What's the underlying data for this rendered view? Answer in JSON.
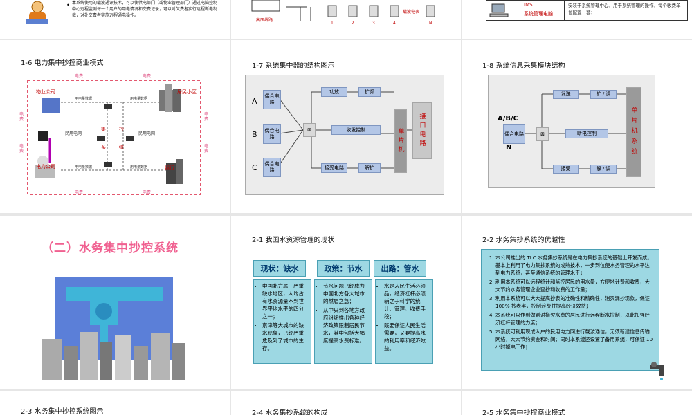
{
  "slide_top_left": {
    "bullet": "本系统使用的载波通讯技术，可以使供电部门（或物业管理部门）通过电脑控制中心远程监测每一个用户的用电情况和交费记录，可以对欠费者实行远程断电制裁，对补交费者实施远程通电操作。"
  },
  "slide_top_mid": {
    "left_label": "高压线路",
    "nums": [
      "1",
      "2",
      "3",
      "4",
      "N"
    ],
    "dots": "............",
    "meter_label": "载波电表"
  },
  "slide_top_right": {
    "ims_line1": "IMS",
    "ims_line2": "系统管理电脑",
    "desc": "安装于系统管理中心，用于系统管理的操作，每个收费单位配置一套；"
  },
  "s16": {
    "title": "1-6  电力集中抄控商业模式",
    "property": "物业公司",
    "residential": "居民小区",
    "power": "电力公司",
    "bank": "银行",
    "grid_left": "民用电网",
    "grid_right": "民用电网",
    "center": [
      "集",
      "抄",
      "系",
      "统"
    ],
    "data1": "用电量数据",
    "data2": "用电量数据",
    "data3": "用电量数据",
    "data4": "用电量数据",
    "fee_top1": "电费",
    "fee_top2": "电费",
    "fee_bottom1": "电费",
    "fee_bottom2": "电费",
    "fee_left1": "电费",
    "fee_left2": "电费",
    "fee_right1": "电费",
    "fee_right2": "电费"
  },
  "s17": {
    "title": "1-7  系统集中器的结构图示",
    "a": "A",
    "b": "B",
    "c": "C",
    "coupler": "偶合电路",
    "power_amp": "功放",
    "expand": "扩频",
    "transceiver": "收发控制",
    "receiver": "接受电路",
    "despread": "解扩",
    "mcu": "单片机",
    "interface": "接口电路"
  },
  "s18": {
    "title": "1-8  系统信息采集模块结构",
    "abc": "A/B/C",
    "n": "N",
    "coupler": "偶合电路",
    "send": "发送",
    "expand": "扩 / 调",
    "cutoff": "断电控制",
    "receive": "接受",
    "demod": "解 / 调",
    "mcu": "单片机系统"
  },
  "s20": {
    "heading": "（二）水务集中抄控系统"
  },
  "s21": {
    "title": "2-1  我国水资源管理的现状",
    "h1": "现状：缺水",
    "h2": "政策：节水",
    "h3": "出路：管水",
    "c1": [
      "中国北方属于严重缺水地区，人均占有水资源量不到世界平均水平的四分之一；",
      "京津等大城市的缺水现象，已经严重危及到了城市的生存。"
    ],
    "c2": [
      "节水问题已经成为中国北方各大城市的燃眉之急；",
      "从中央到各地方政府纷纷推出各种经济政策限制居民节水，其中包括大幅度提高水费标准。"
    ],
    "c3": [
      "水是人民生活必须品，经济杠杆必须辅之于科学的统计、管理、收费手段；",
      "既要保证人民生活需要，又要提高水的利用率和经济效益。"
    ]
  },
  "s22": {
    "title": "2-2  水务集抄系统的优越性",
    "items": [
      "本公司推出的 TLC 水务集抄系统是在电力集抄系统的基础上开发而成。基本上利用了电力集抄系统的成熟技术，一步到位使水务管理的水平达到电力系统，甚至通信系统的管理水平；",
      "利用本系统可以远程统计和监控居民的用水量，方便地计费和收费，大大节约水务管理企业查抄和收费的工作量；",
      "利用本系统可以大大提高抄表的准确性和精确性，消灭漏抄现象，保证 100% 抄表率，控制浪费并提高经济效益；",
      "本系统可以作到做到对拖欠水费的居民进行远程断水控制，以此加强经济杠杆管理的力度；",
      "本系统可利用现成入户的民用电力网进行载波通信，无须新建信息传输网络，大大节约资金和时间；同时本系统还设置了备用系统，可保证 10 小时掉电工作；"
    ]
  },
  "s23": {
    "title": "2-3  水务集中抄控系统图示"
  },
  "s24": {
    "title": "2-4  水务集抄系统的构成"
  },
  "s25": {
    "title": "2-5  水务集中抄控商业模式"
  }
}
